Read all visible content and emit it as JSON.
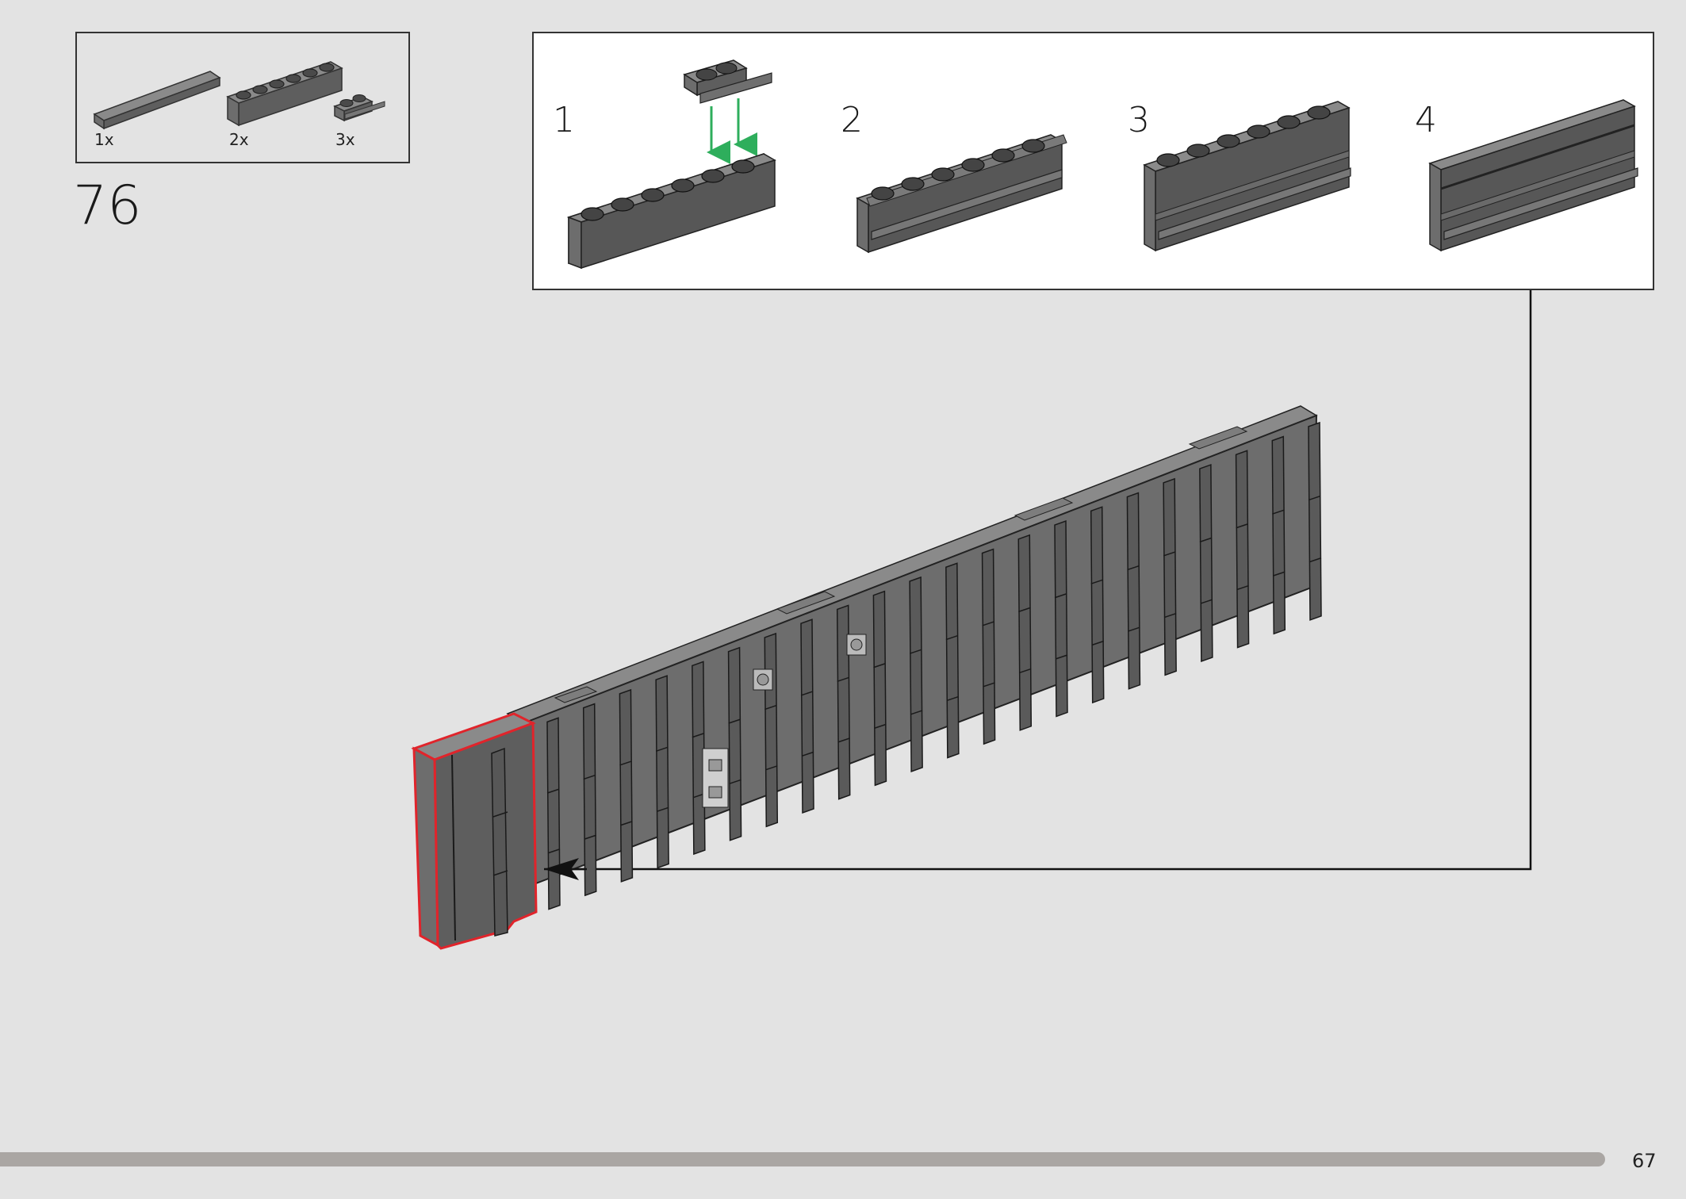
{
  "parts": [
    {
      "qty": "1x",
      "icon": "tile-1x6-icon"
    },
    {
      "qty": "2x",
      "icon": "brick-1x6-icon"
    },
    {
      "qty": "3x",
      "icon": "plate-rail-1x2-icon"
    }
  ],
  "step": {
    "number": "76"
  },
  "substeps": [
    {
      "number": "1"
    },
    {
      "number": "2"
    },
    {
      "number": "3"
    },
    {
      "number": "4"
    }
  ],
  "colors": {
    "background": "#e3e3e3",
    "brick": "#6d6d6d",
    "brick_dark": "#4f4f4f",
    "brick_light": "#8a8a8a",
    "highlight_outline": "#e0242b",
    "arrow_green": "#2eae5c",
    "progress": "#aaa6a3"
  },
  "footer": {
    "page_number": "67"
  }
}
